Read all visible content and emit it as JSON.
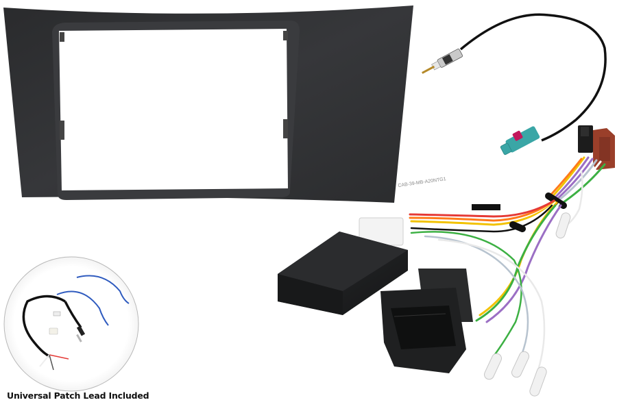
{
  "scene": {
    "description": "Car stereo double-DIN fascia installation kit product photo",
    "background": "#ffffff"
  },
  "items": [
    {
      "name": "Double-DIN fascia panel",
      "color": "#2e2f31"
    },
    {
      "name": "Antenna adapter lead (DIN to Fakra)",
      "cable_color": "#111111",
      "fakra_color": "#3aa6a6",
      "fakra_latch_color": "#c2185b"
    },
    {
      "name": "ISO harness connectors",
      "black_block": "#1c1c1c",
      "brown_block": "#9a3f2a"
    },
    {
      "name": "Steering wheel control interface box",
      "color": "#1f2022"
    },
    {
      "name": "Quadlock connector",
      "color": "#242526"
    },
    {
      "name": "Universal patch lead",
      "wire_colors": [
        "#111111",
        "#2f5bbf",
        "#2f5bbf"
      ]
    }
  ],
  "wire_colors": [
    "#f2c200",
    "#9b6fc4",
    "#ff7a1a",
    "#e53935",
    "#3cb043",
    "#b7c3cf",
    "#ffffff",
    "#111111"
  ],
  "texts": {
    "product_code": "CAB-39-MB-A20NTG1",
    "caption": "Universal Patch Lead Included"
  }
}
